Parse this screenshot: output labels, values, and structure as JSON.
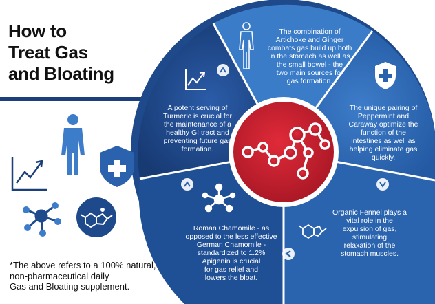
{
  "title": {
    "lines": [
      "How to",
      "Treat Gas",
      "and Bloating"
    ]
  },
  "footnote": {
    "lines": [
      "*The above refers to a 100% natural,",
      "non-pharmaceutical daily",
      "Gas and Bloating supplement."
    ]
  },
  "segments": [
    {
      "id": "artichoke-ginger",
      "lines": [
        "The combination of",
        "Artichoke and Ginger",
        "combats gas build up both",
        "in the stomach as well as",
        "the small bowel - the",
        "two main sources for",
        "gas formation."
      ]
    },
    {
      "id": "peppermint-caraway",
      "lines": [
        "The unique pairing of",
        "Peppermint and",
        "Caraway optimize the",
        "function of the",
        "intestines as well as",
        "helping eliminate gas",
        "quickly."
      ]
    },
    {
      "id": "fennel",
      "lines": [
        "Organic Fennel plays a",
        "vital role in the",
        "expulsion of gas,",
        "stimulating",
        "relaxation of the",
        "stomach muscles."
      ]
    },
    {
      "id": "chamomile",
      "lines": [
        "Roman Chamomile - as",
        "opposed to the less effective",
        "German Chamomile -",
        "standardized to 1.2%",
        "Apigenin is crucial",
        "for gas relief and",
        "lowers the bloat."
      ]
    },
    {
      "id": "turmeric",
      "lines": [
        "A potent serving of",
        "Turmeric is crucial for",
        "the maintenance of a",
        "healthy GI tract and",
        "preventing future gas",
        "formation."
      ]
    }
  ],
  "colors": {
    "navy": "#1b3f7a",
    "blue": "#2a62ad",
    "light_blue": "#4a8fd6",
    "red": "#c61f2e",
    "white": "#ffffff"
  },
  "icons": [
    "human-body-icon",
    "shield-plus-icon",
    "molecule-icon",
    "chart-up-icon",
    "molecule-hub-icon",
    "benzene-molecule-icon"
  ]
}
